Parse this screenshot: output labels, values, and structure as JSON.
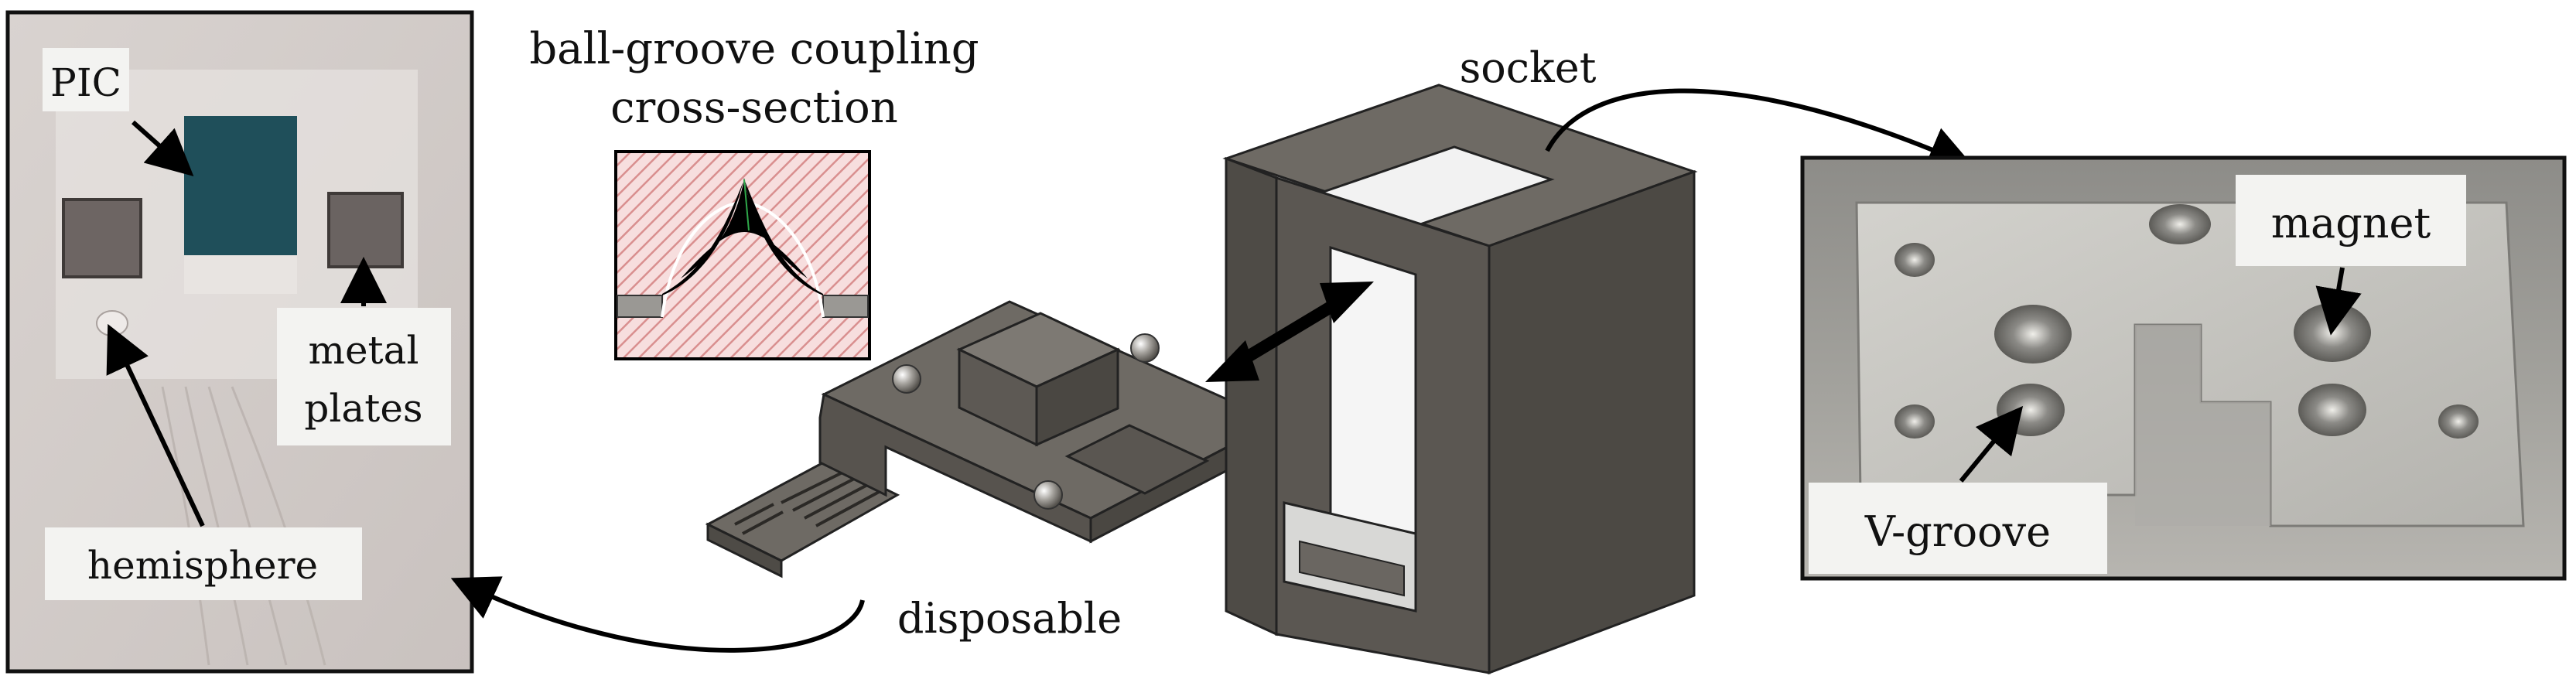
{
  "labels": {
    "title_line1": "ball-groove  coupling",
    "title_line2": "cross-section",
    "socket": "socket",
    "disposable": "disposable",
    "pic": "PIC",
    "metal_line1": "metal",
    "metal_line2": "plates",
    "hemisphere": "hemisphere",
    "magnet": "magnet",
    "vgroove": "V-groove"
  },
  "colors": {
    "cad_dark": "#4e4b46",
    "cad_mid": "#6e6a64",
    "cad_light": "#8c8882",
    "photo_left_bg": "#d2ccc8",
    "photo_right_bg": "#9a9893",
    "metal": "#c4c3be",
    "pic_chip": "#1f4f5a",
    "hatch_pink": "#e8a4a4",
    "label_bg": "#f3f3f1"
  }
}
